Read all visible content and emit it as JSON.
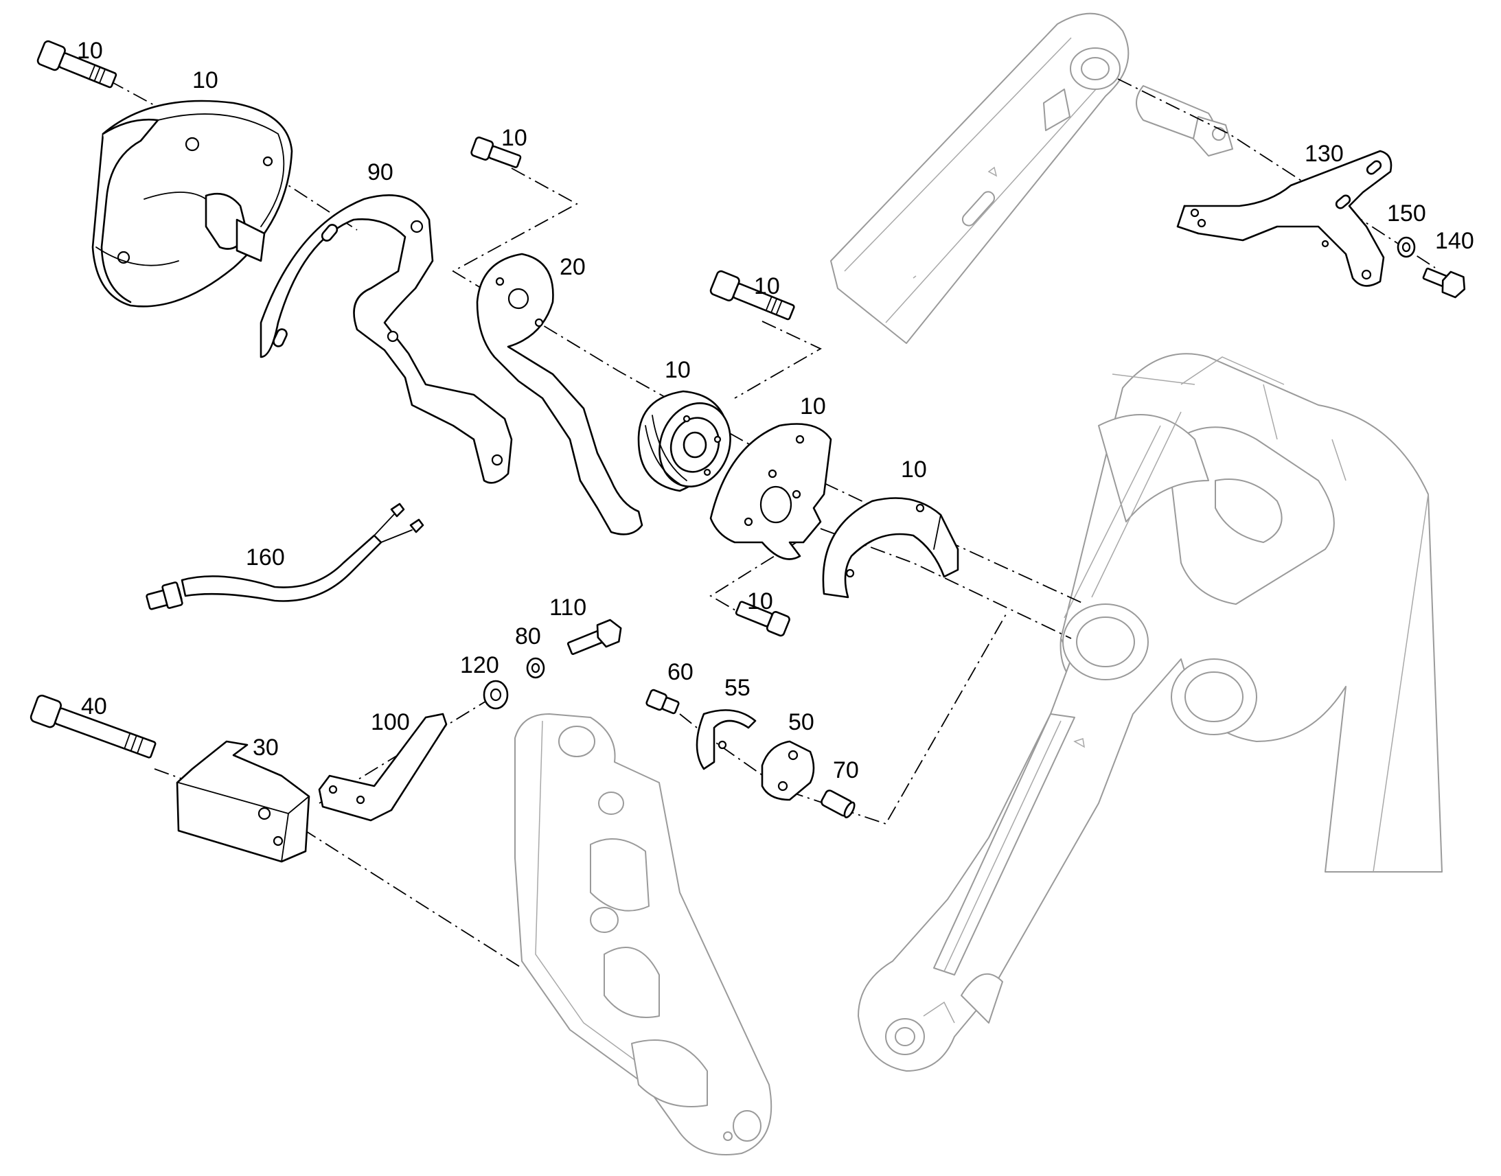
{
  "callouts": [
    {
      "label": "10"
    },
    {
      "label": "10"
    },
    {
      "label": "10"
    },
    {
      "label": "90"
    },
    {
      "label": "20"
    },
    {
      "label": "10"
    },
    {
      "label": "10"
    },
    {
      "label": "10"
    },
    {
      "label": "10"
    },
    {
      "label": "10"
    },
    {
      "label": "130"
    },
    {
      "label": "150"
    },
    {
      "label": "140"
    },
    {
      "label": "160"
    },
    {
      "label": "110"
    },
    {
      "label": "80"
    },
    {
      "label": "120"
    },
    {
      "label": "60"
    },
    {
      "label": "55"
    },
    {
      "label": "50"
    },
    {
      "label": "70"
    },
    {
      "label": "40"
    },
    {
      "label": "30"
    },
    {
      "label": "100"
    }
  ]
}
